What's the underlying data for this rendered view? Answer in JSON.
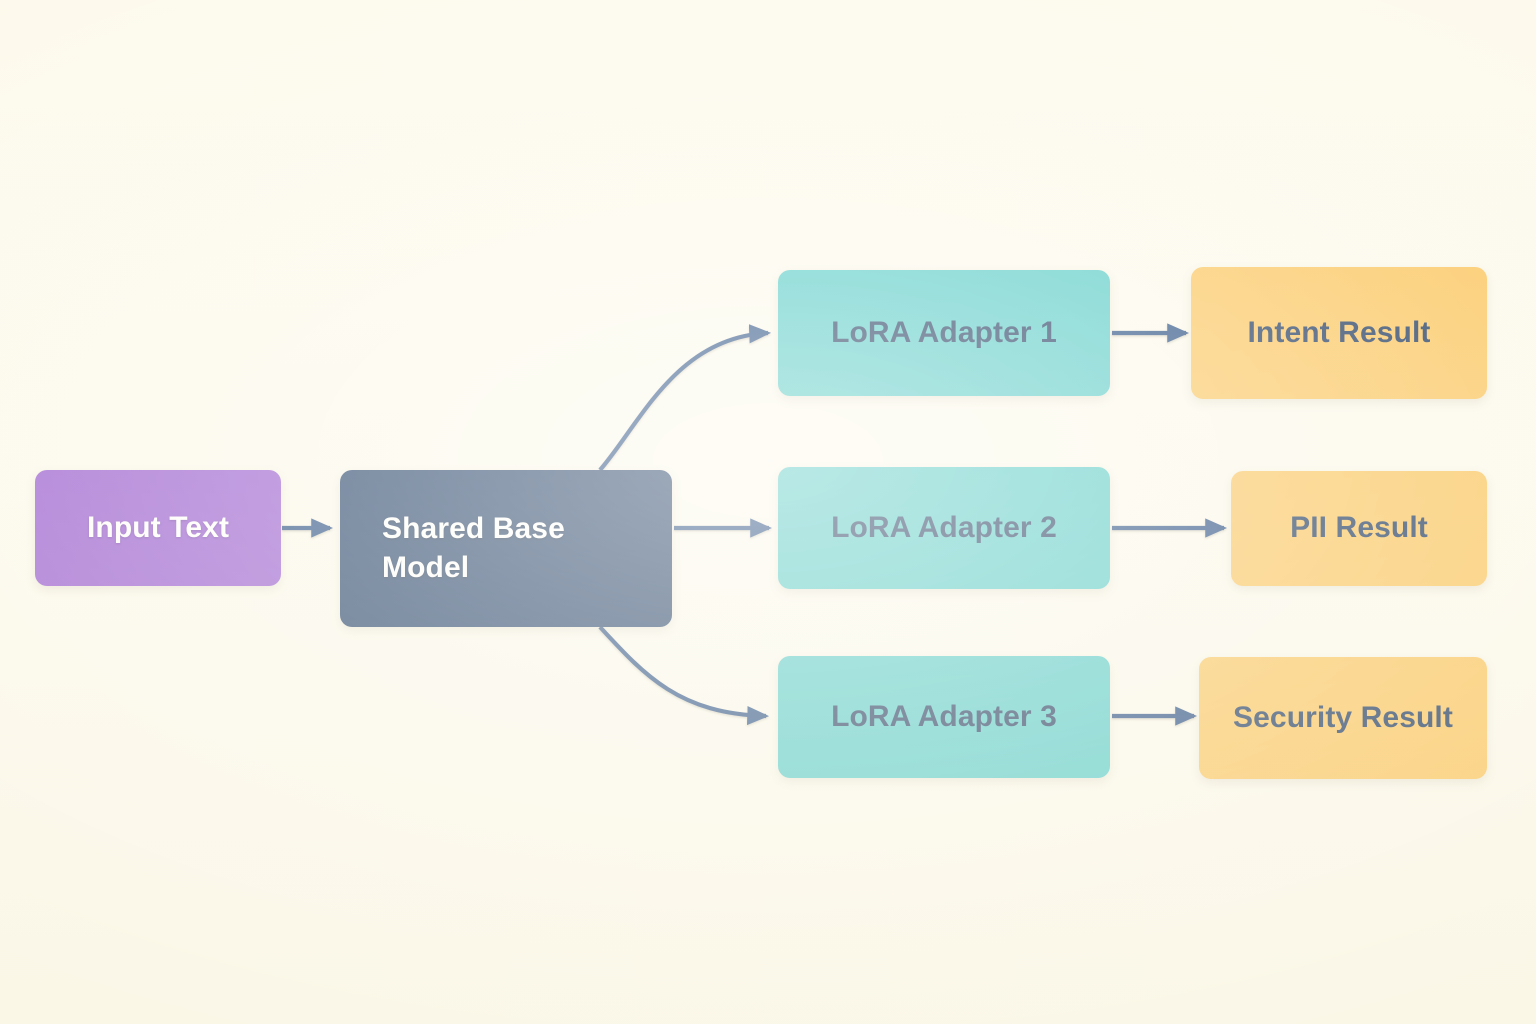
{
  "diagram": {
    "title": "Shared base model with multiple LoRA adapters",
    "background_color": "#fdfaec",
    "edge_color": "#15407a",
    "nodes": {
      "input": {
        "label": "Input Text",
        "color": "#9353ce",
        "text_color": "#ffffff"
      },
      "base": {
        "label": "Shared Base\nModel",
        "color": "#10305c",
        "text_color": "#ffffff"
      },
      "adapter1": {
        "label": "LoRA Adapter 1",
        "color": "#4bc8c4",
        "text_color": "#0e2a52"
      },
      "adapter2": {
        "label": "LoRA Adapter 2",
        "color": "#4bc8c4",
        "text_color": "#0e2a52"
      },
      "adapter3": {
        "label": "LoRA Adapter 3",
        "color": "#4bc8c4",
        "text_color": "#0e2a52"
      },
      "result1": {
        "label": "Intent Result",
        "color": "#fbc253",
        "text_color": "#0e2a52"
      },
      "result2": {
        "label": "PII Result",
        "color": "#fbc253",
        "text_color": "#0e2a52"
      },
      "result3": {
        "label": "Security Result",
        "color": "#fbc253",
        "text_color": "#0e2a52"
      }
    },
    "edges": [
      {
        "name": "input-to-base",
        "from": "input",
        "to": "base",
        "style": "straight"
      },
      {
        "name": "base-to-adapter1",
        "from": "base",
        "to": "adapter1",
        "style": "curved"
      },
      {
        "name": "base-to-adapter2",
        "from": "base",
        "to": "adapter2",
        "style": "straight"
      },
      {
        "name": "base-to-adapter3",
        "from": "base",
        "to": "adapter3",
        "style": "curved"
      },
      {
        "name": "adapter1-to-result1",
        "from": "adapter1",
        "to": "result1",
        "style": "straight"
      },
      {
        "name": "adapter2-to-result2",
        "from": "adapter2",
        "to": "result2",
        "style": "straight"
      },
      {
        "name": "adapter3-to-result3",
        "from": "adapter3",
        "to": "result3",
        "style": "straight"
      }
    ]
  }
}
